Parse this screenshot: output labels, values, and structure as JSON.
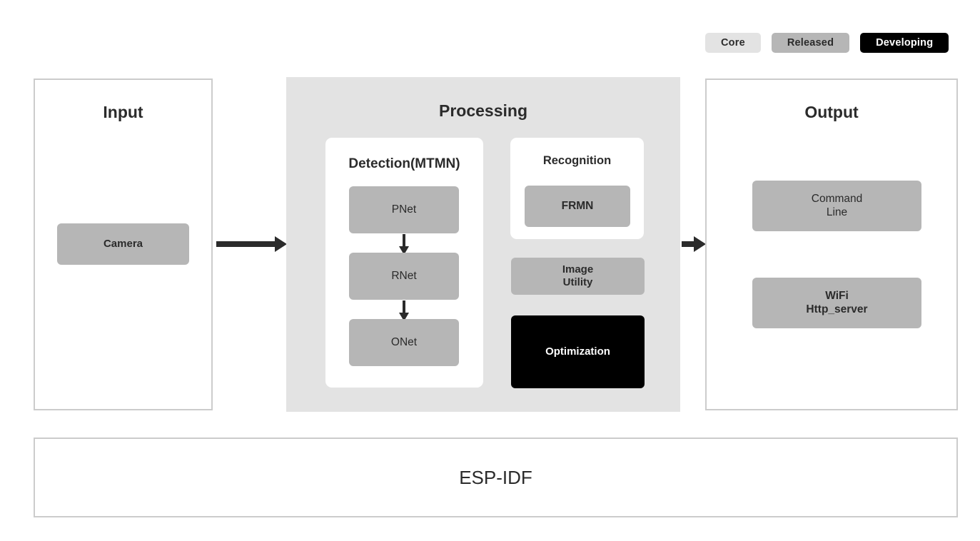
{
  "legend": {
    "items": [
      {
        "label": "Core",
        "color": "#e3e3e3"
      },
      {
        "label": "Released",
        "color": "#b6b6b6"
      },
      {
        "label": "Developing",
        "color": "#000000"
      }
    ]
  },
  "input": {
    "title": "Input",
    "nodes": [
      {
        "label": "Camera",
        "status": "Released"
      }
    ]
  },
  "processing": {
    "title": "Processing",
    "detection": {
      "title": "Detection(MTMN)",
      "nodes": [
        {
          "label": "PNet",
          "status": "Released"
        },
        {
          "label": "RNet",
          "status": "Released"
        },
        {
          "label": "ONet",
          "status": "Released"
        }
      ]
    },
    "recognition": {
      "title": "Recognition",
      "nodes": [
        {
          "label": "FRMN",
          "status": "Released"
        }
      ]
    },
    "extras": [
      {
        "label_line1": "Image",
        "label_line2": "Utility",
        "status": "Released"
      },
      {
        "label_line1": "Optimization",
        "label_line2": "",
        "status": "Developing"
      }
    ]
  },
  "output": {
    "title": "Output",
    "nodes": [
      {
        "label_line1": "Command",
        "label_line2": "Line",
        "status": "Released"
      },
      {
        "label_line1": "WiFi",
        "label_line2": "Http_server",
        "status": "Released"
      }
    ]
  },
  "foundation": {
    "label": "ESP-IDF"
  },
  "flow": {
    "arrows": [
      {
        "from": "Input",
        "to": "Processing"
      },
      {
        "from": "Processing",
        "to": "Output"
      },
      {
        "from": "PNet",
        "to": "RNet"
      },
      {
        "from": "RNet",
        "to": "ONet"
      }
    ]
  }
}
